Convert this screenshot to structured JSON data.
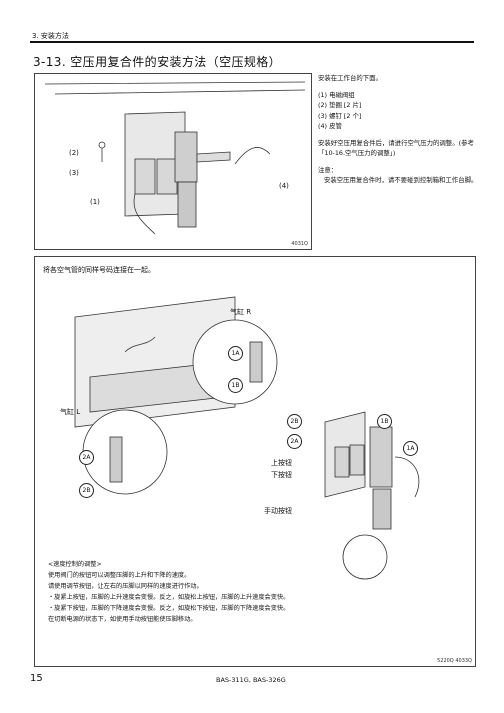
{
  "header": {
    "section": "3. 安装方法"
  },
  "title": "3-13. 空压用复合件的安装方法（空压规格）",
  "top_text": {
    "intro": "安装在工作台的下面。",
    "parts": [
      "(1) 电磁阀组",
      "(2) 垫圈 [2 片]",
      "(3) 螺钉 [2 个]",
      "(4) 皮管"
    ],
    "adjust": "安装好空压用复合件后，请进行空气压力的调整。(参考「10-16.空气压力的调整」)",
    "note_title": "注意：",
    "note_body": "安装空压用复合件时，请不要碰到控制箱和工作台脚。"
  },
  "figure1": {
    "callouts": [
      "(2)",
      "(3)",
      "(1)",
      "(4)"
    ],
    "id": "4031Q"
  },
  "figure2": {
    "heading": "将各空气管的同样号码连接在一起。",
    "cyl_r": "气缸 R",
    "cyl_l": "气缸 L",
    "upper_knob": "上按钮",
    "lower_knob": "下按钮",
    "manual_button": "手动按钮",
    "codes": [
      "1A",
      "1B",
      "2A",
      "2B"
    ],
    "id": "5220Q  4033Q"
  },
  "speed": {
    "title": "<速度控制的调整>",
    "lines": [
      "使用阀门的按钮可以调整压脚的上升和下降的速度。",
      "请使用调节按钮，让左右的压脚以同样的速度进行作动。",
      "・旋紧上按钮，压脚的上升速度会变慢。反之，如旋松上按钮，压脚的上升速度会变快。",
      "・旋紧下按钮，压脚的下降速度会变慢。反之，如旋松下按钮，压脚的下降速度会变快。",
      "在切断电源的状态下，如使用手动按钮能使压脚移动。"
    ]
  },
  "footer": {
    "page": "15",
    "model": "BAS-311G, BAS-326G"
  }
}
